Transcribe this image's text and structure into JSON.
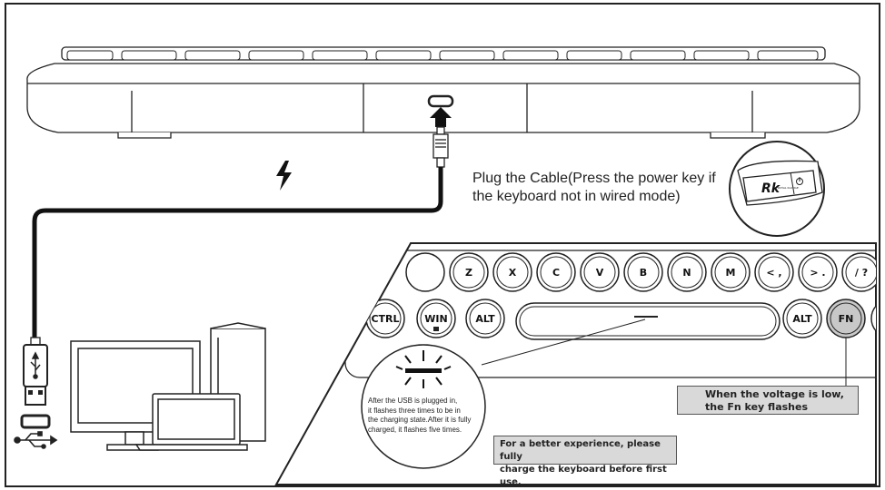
{
  "plug_instruction": {
    "line1": "Plug the Cable(Press the power key if",
    "line2": "the keyboard not in wired mode)"
  },
  "power_key_logo": "Rk",
  "power_key_logo_small": "ROYAL KLUDGE",
  "keys": {
    "row1": [
      "Z",
      "X",
      "C",
      "V",
      "B",
      "N",
      "M",
      "< ,",
      "> .",
      "/ ?"
    ],
    "row2": [
      "CTRL",
      "WIN",
      "ALT",
      "ALT",
      "FN"
    ]
  },
  "usb_led_note": {
    "line1": "After the USB is plugged in,",
    "line2": "it flashes three times to be in",
    "line3": "the charging state.After it is fully",
    "line4": "charged, it flashes five times."
  },
  "fn_note": {
    "line1": "When the voltage is low,",
    "line2": "the Fn key flashes"
  },
  "charge_note": {
    "line1": "For a better experience, please fully",
    "line2": "charge the keyboard before first use."
  },
  "colors": {
    "line": "#222222",
    "highlight_key": "#c8c8c8",
    "note_bg": "#d9d9d9"
  }
}
